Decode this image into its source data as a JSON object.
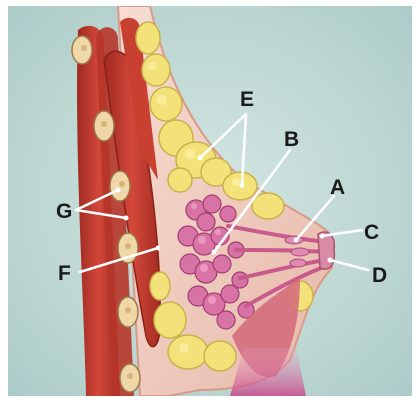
{
  "labels": {
    "a": "A",
    "b": "B",
    "c": "C",
    "d": "D",
    "e": "E",
    "f": "F",
    "g": "G"
  },
  "colors": {
    "background": "#c5dcd8",
    "frame": "#ffffff",
    "muscle": "#c23a2e",
    "skin": "#f0cfc3",
    "fat": "#f3e27a",
    "gland": "#d873a6",
    "rib": "#efd7a8",
    "leader": "#ffffff",
    "text": "#1a1a1a"
  },
  "icons": {
    "fat": "fat-lobule-icon",
    "gland": "milk-gland-lobule-icon",
    "rib": "rib-section-icon"
  }
}
